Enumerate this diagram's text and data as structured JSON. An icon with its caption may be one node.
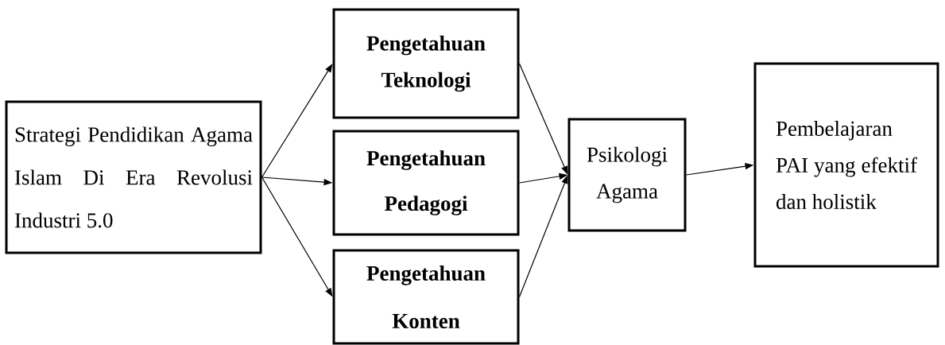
{
  "diagram": {
    "nodes": [
      {
        "text": [
          "Strategi Pendidikan Agama Islam Di Era Revolusi Industri 5.0"
        ]
      },
      {
        "text": [
          "Pengetahuan Teknologi"
        ]
      },
      {
        "text": [
          "Pengetahuan Pedagogi"
        ]
      },
      {
        "text": [
          "Pengetahuan Konten"
        ]
      },
      {
        "text": [
          "Psikologi Agama"
        ]
      },
      {
        "text": [
          "Pembelajaran PAI yang efektif dan holistik"
        ]
      }
    ],
    "edges": [
      {
        "from": 0,
        "to": 1,
        "arrow": "to"
      },
      {
        "from": 0,
        "to": 2,
        "arrow": "to"
      },
      {
        "from": 0,
        "to": 3,
        "arrow": "to"
      },
      {
        "from": 1,
        "to": 4,
        "arrow": "to"
      },
      {
        "from": 2,
        "to": 4,
        "arrow": "to"
      },
      {
        "from": 3,
        "to": 4,
        "arrow": "to"
      },
      {
        "from": 4,
        "to": 5,
        "arrow": "to"
      }
    ]
  }
}
